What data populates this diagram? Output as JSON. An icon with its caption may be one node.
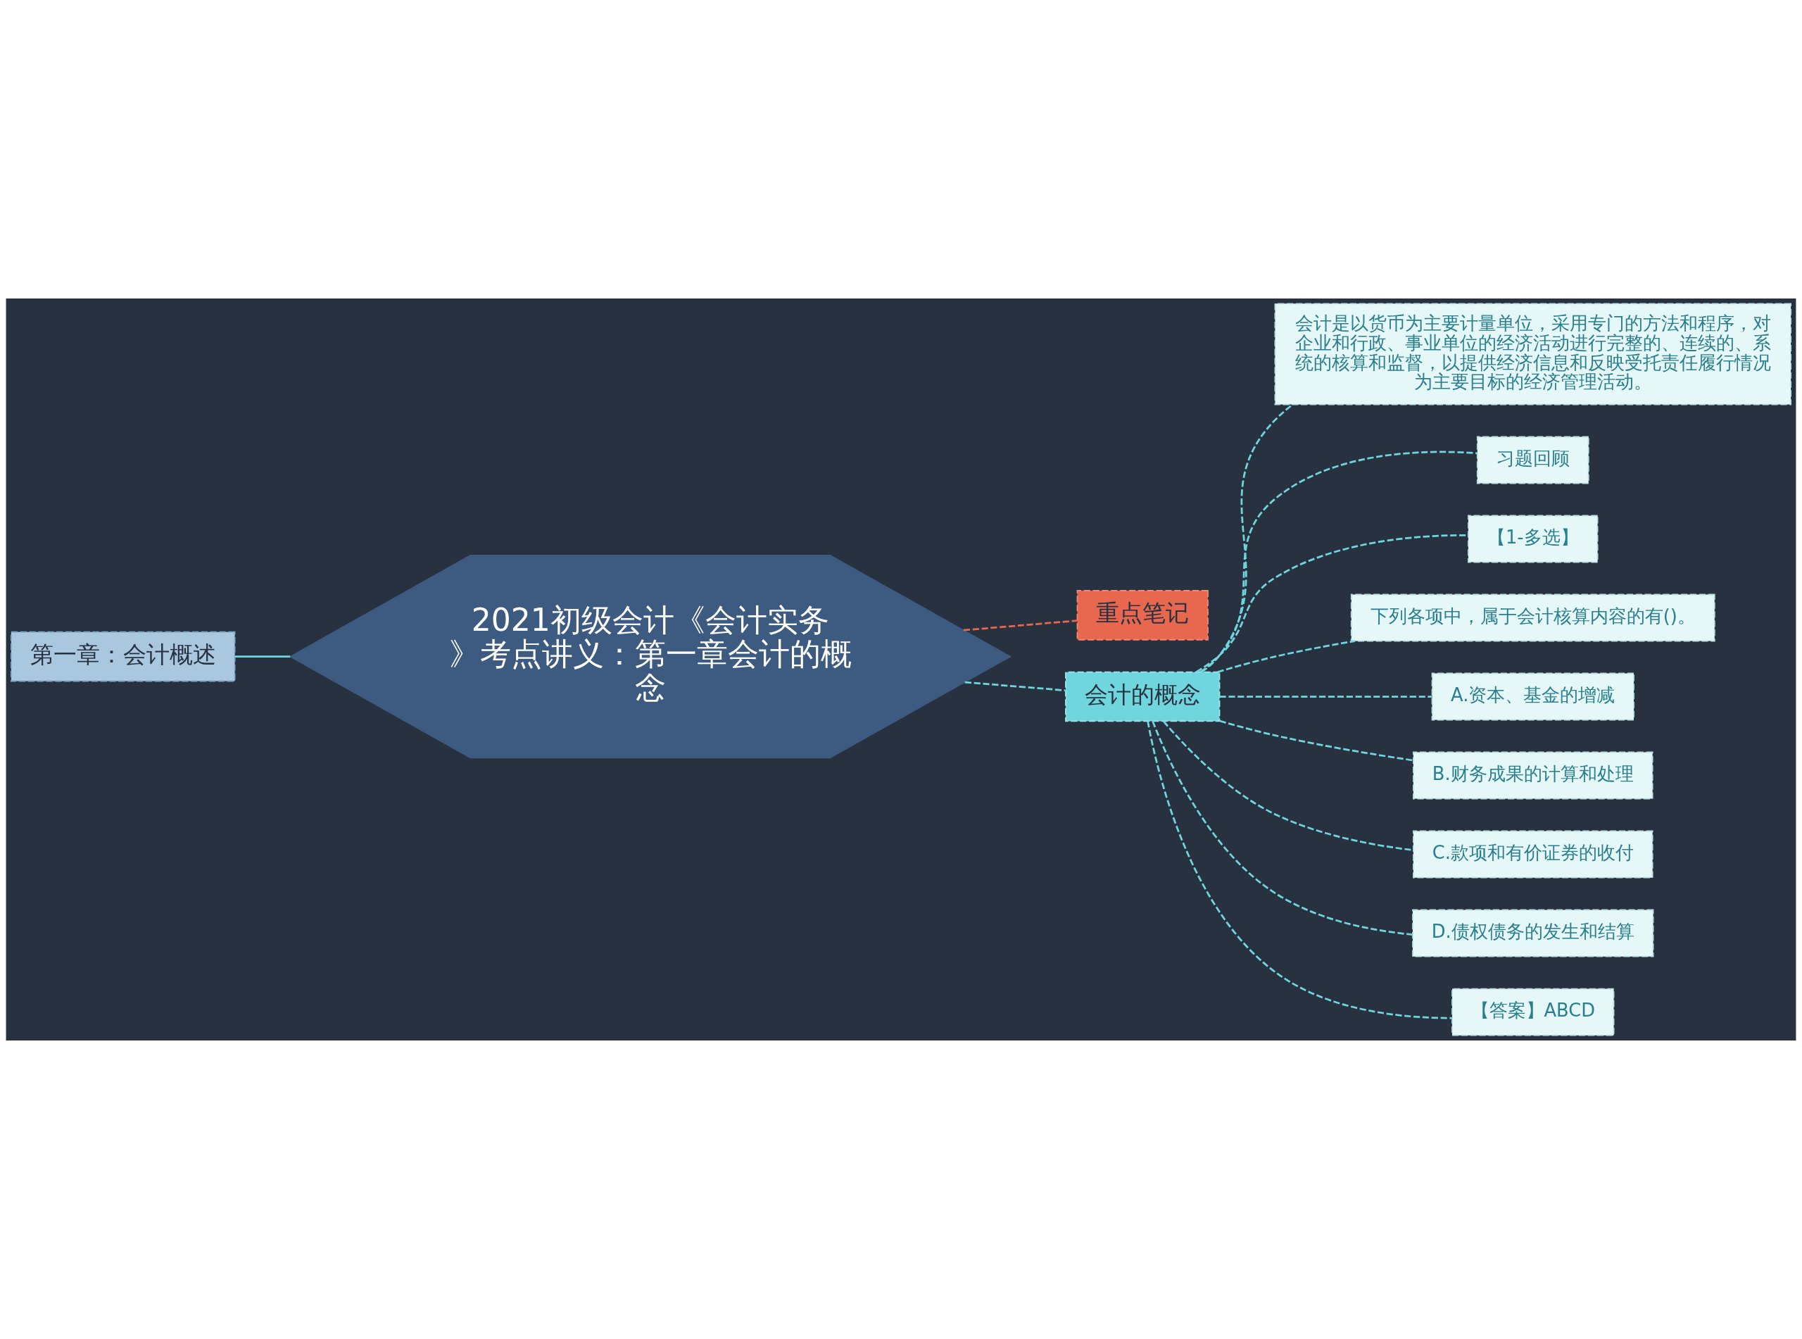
{
  "diagram": {
    "nodes": [
      {
        "text": [
          "第一章：会计概述"
        ]
      },
      {
        "text": [
          "2021初级会计《会计实务》考点讲义：第一章会计的概念"
        ]
      },
      {
        "text": [
          "重点笔记"
        ]
      },
      {
        "text": [
          "会计的概念"
        ]
      },
      {
        "text": [
          "会计是以货币为主要计量单位，采用专门的方法和程序，对企业和行政、事业单位的经济活动进行完整的、连续的、系统的核算和监督，以提供经济信息和反映受托责任履行情况为主要目标的经济管理活动。"
        ]
      },
      {
        "text": [
          "习题回顾"
        ]
      },
      {
        "text": [
          "【1-多选】"
        ]
      },
      {
        "text": [
          "下列各项中，属于会计核算内容的有()。"
        ]
      },
      {
        "text": [
          "A.资本、基金的增减"
        ]
      },
      {
        "text": [
          "B.财务成果的计算和处理"
        ]
      },
      {
        "text": [
          "C.款项和有价证券的收付"
        ]
      },
      {
        "text": [
          "D.债权债务的发生和结算"
        ]
      },
      {
        "text": [
          "【答案】ABCD"
        ]
      }
    ],
    "edges": [
      {
        "from": 0,
        "to": 1,
        "arrow": "none"
      },
      {
        "from": 1,
        "to": 2,
        "arrow": "none",
        "style": "dashed",
        "color": "#e8674f"
      },
      {
        "from": 1,
        "to": 3,
        "arrow": "none",
        "style": "dashed"
      },
      {
        "from": 3,
        "to": 4,
        "arrow": "none",
        "style": "dashed"
      },
      {
        "from": 3,
        "to": 5,
        "arrow": "none",
        "style": "dashed"
      },
      {
        "from": 3,
        "to": 6,
        "arrow": "none",
        "style": "dashed"
      },
      {
        "from": 3,
        "to": 7,
        "arrow": "none",
        "style": "dashed"
      },
      {
        "from": 3,
        "to": 8,
        "arrow": "none",
        "style": "dashed"
      },
      {
        "from": 3,
        "to": 9,
        "arrow": "none",
        "style": "dashed"
      },
      {
        "from": 3,
        "to": 10,
        "arrow": "none",
        "style": "dashed"
      },
      {
        "from": 3,
        "to": 11,
        "arrow": "none",
        "style": "dashed"
      },
      {
        "from": 3,
        "to": 12,
        "arrow": "none",
        "style": "dashed"
      }
    ]
  }
}
